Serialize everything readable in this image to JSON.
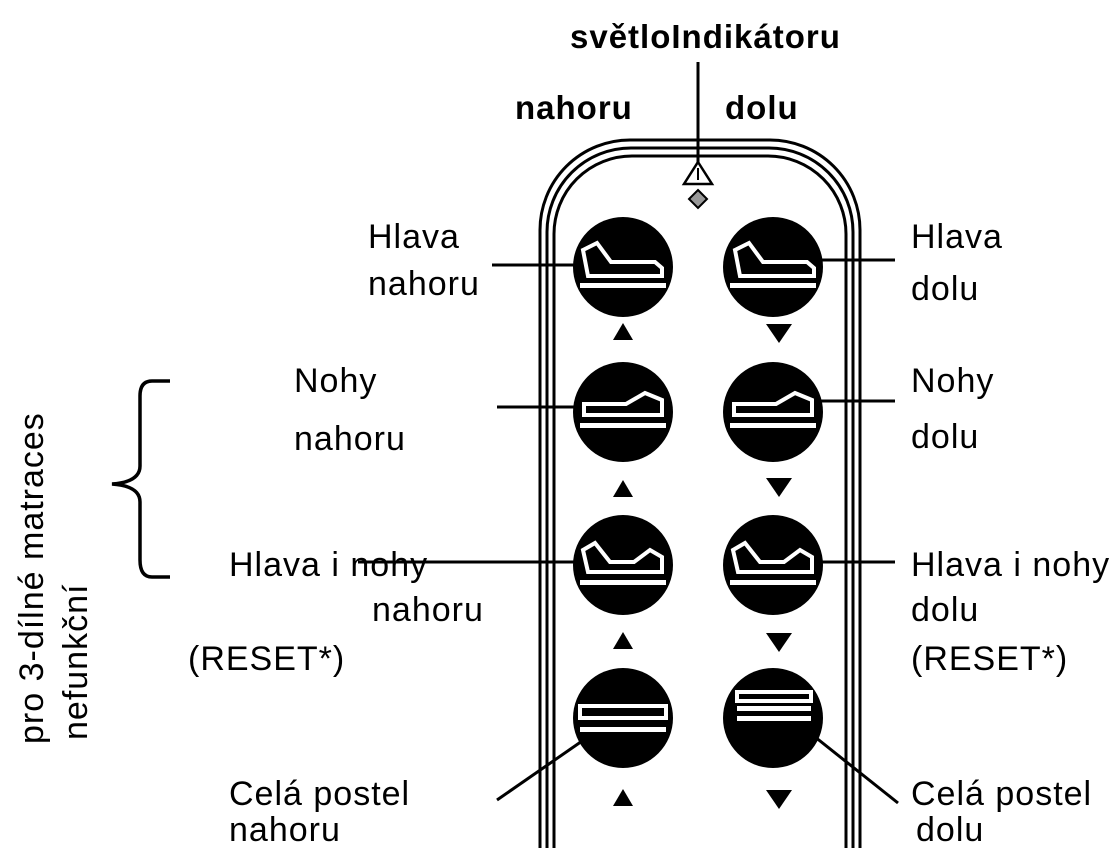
{
  "header": {
    "indicator_label": "světloIndikátoru",
    "up_label": "nahoru",
    "down_label": "dolu"
  },
  "buttons": {
    "head_up": {
      "line1": "Hlava",
      "line2": "nahoru"
    },
    "head_down": {
      "line1": "Hlava",
      "line2": "dolu"
    },
    "feet_up": {
      "line1": "Nohy",
      "line2": "nahoru"
    },
    "feet_down": {
      "line1": "Nohy",
      "line2": "dolu"
    },
    "both_up": {
      "line1": "Hlava i nohy",
      "line2": "nahoru",
      "line3": "(RESET*)"
    },
    "both_down": {
      "line1": "Hlava i nohy",
      "line2": "dolu",
      "line3": "(RESET*)"
    },
    "bed_up": {
      "line1": "Celá postel",
      "line2": "nahoru"
    },
    "bed_down": {
      "line1": "Celá postel",
      "line2": "dolu"
    }
  },
  "side_note": {
    "line1": "pro 3-dílné matraces",
    "line2": "nefunkční"
  },
  "colors": {
    "ink": "#000000",
    "paper": "#ffffff",
    "led": "#999999"
  }
}
